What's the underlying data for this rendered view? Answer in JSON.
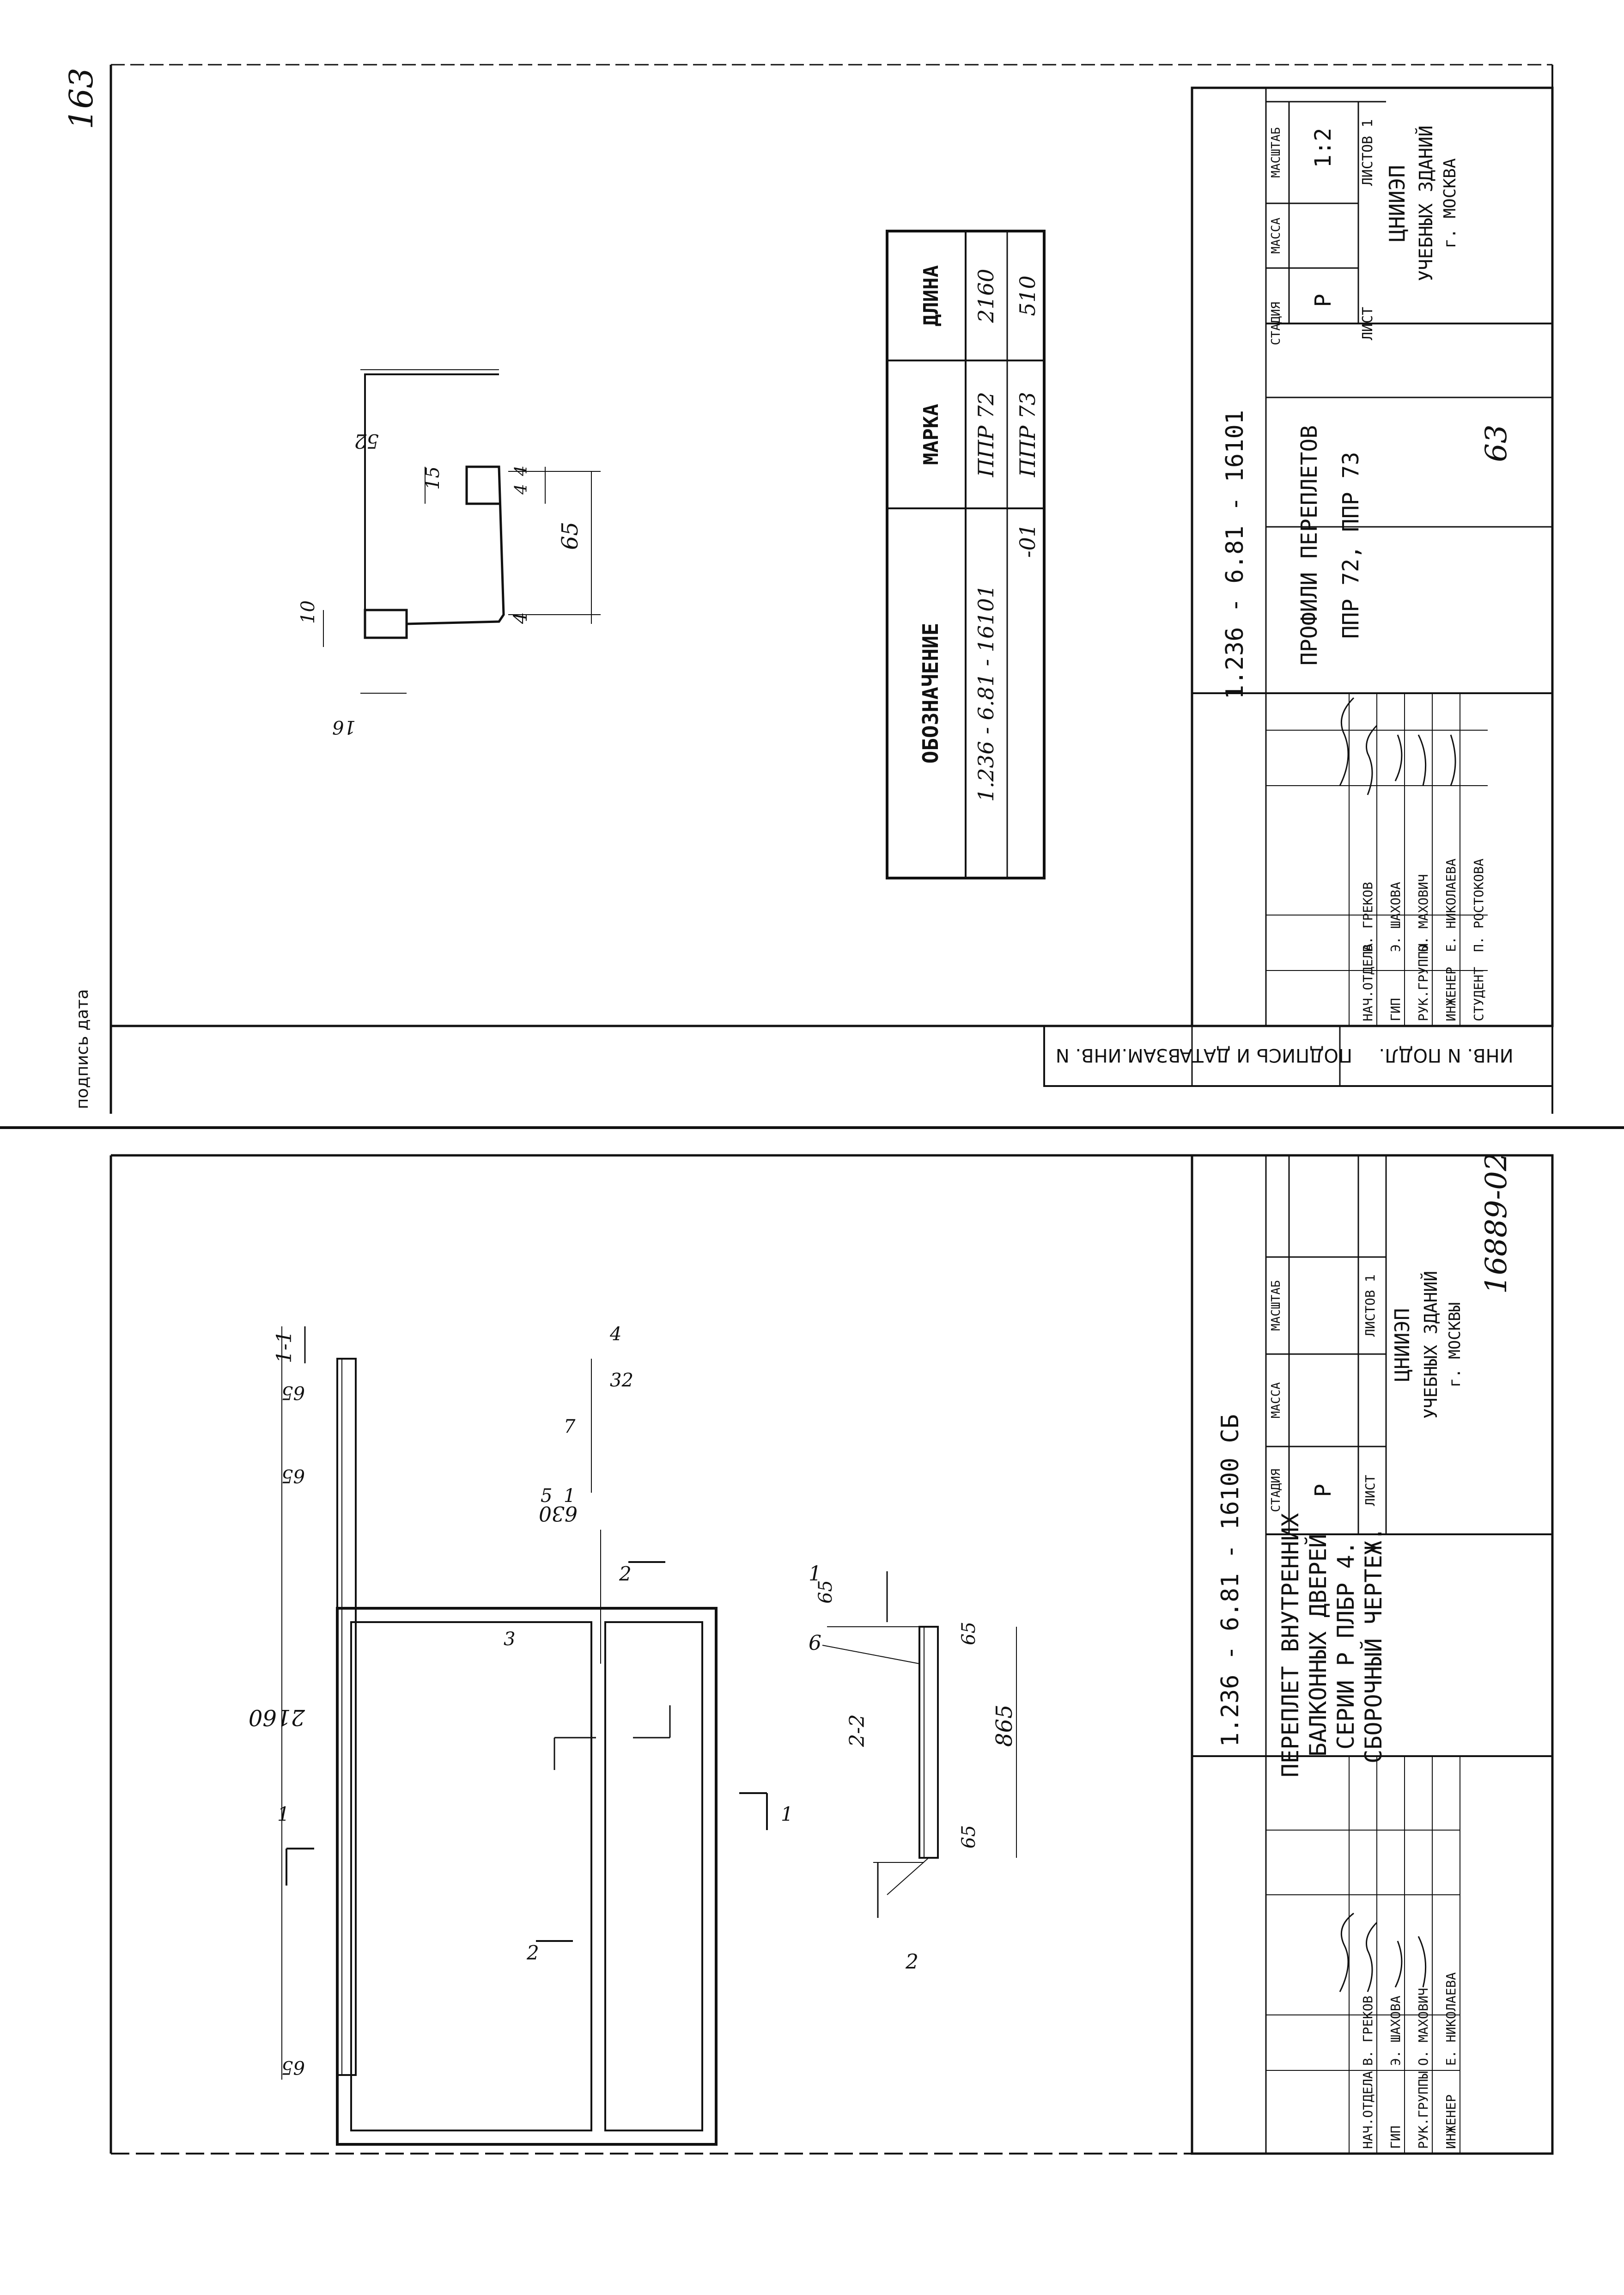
{
  "page_corner_number": "163",
  "archive_number": "16889-02",
  "archive_page": "63",
  "side_strip": {
    "labels": [
      "ВЗАМ.ИНВ. N",
      "ПОДПИСЬ И ДАТА",
      "ИНВ. N ПОДЛ."
    ],
    "left_fragment": "подпись дата"
  },
  "sheet_top": {
    "drawing_code": "1.236 - 6.81 - 16101",
    "title_line1": "ПРОФИЛИ ПЕРЕПЛЕТОВ",
    "title_line2": "ППР 72, ППР 73",
    "head_stage": "СТАДИЯ",
    "head_mass": "МАССА",
    "head_scale": "МАСШТАБ",
    "stage": "Р",
    "scale": "1:2",
    "sheet_label": "ЛИСТ",
    "sheets_label": "ЛИСТОВ 1",
    "org_line1": "ЦНИИЭП",
    "org_line2": "УЧЕБНЫХ ЗДАНИЙ",
    "org_line3": "г. МОСКВА",
    "staff": [
      {
        "role": "НАЧ.ОТДЕЛА",
        "name": "В. ГРЕКОВ"
      },
      {
        "role": "ГИП",
        "name": "Э. ШАХОВА"
      },
      {
        "role": "РУК.ГРУППЫ",
        "name": "О. МАХОВИЧ"
      },
      {
        "role": "ИНЖЕНЕР",
        "name": "Е. НИКОЛАЕВА"
      },
      {
        "role": "СТУДЕНТ",
        "name": "П. РОСТОКОВА"
      }
    ],
    "spec_table": {
      "headers": [
        "ОБОЗНАЧЕНИЕ",
        "МАРКА",
        "ДЛИНА"
      ],
      "rows": [
        [
          "1.236 - 6.81 - 16101",
          "ППР 72",
          "2160"
        ],
        [
          "-01",
          "ППР 73",
          "510"
        ]
      ]
    },
    "profile_dims": [
      "10",
      "16",
      "4",
      "65",
      "4",
      "4",
      "15",
      "52"
    ]
  },
  "sheet_bottom": {
    "drawing_code": "1.236 - 6.81 - 16100 СБ",
    "title_line1": "ПЕРЕПЛЕТ ВНУТРЕННИХ",
    "title_line2": "БАЛКОННЫХ ДВЕРЕЙ",
    "title_line3": "СЕРИИ Р ПЛБР 4.",
    "title_line4": "СБОРОЧНЫЙ ЧЕРТЕЖ.",
    "head_stage": "СТАДИЯ",
    "head_mass": "МАССА",
    "head_scale": "МАСШТАБ",
    "stage": "Р",
    "sheet_label": "ЛИСТ",
    "sheets_label": "ЛИСТОВ 1",
    "org_line1": "ЦНИИЭП",
    "org_line2": "УЧЕБНЫХ ЗДАНИЙ",
    "org_line3": "г. МОСКВЫ",
    "staff": [
      {
        "role": "НАЧ.ОТДЕЛА",
        "name": "В. ГРЕКОВ"
      },
      {
        "role": "ГИП",
        "name": "Э. ШАХОВА"
      },
      {
        "role": "РУК.ГРУППЫ",
        "name": "О. МАХОВИЧ"
      },
      {
        "role": "ИНЖЕНЕР",
        "name": "Е. НИКОЛАЕВА"
      }
    ],
    "section_11": {
      "label": "1-1",
      "dim_total": "2160",
      "dim_a": "65",
      "dim_b": "65",
      "dim_c": "65",
      "dim_span": "630",
      "dim_end": "32",
      "dim_t": "4",
      "callouts": [
        "3",
        "5",
        "1",
        "7"
      ]
    },
    "section_22": {
      "label": "2-2",
      "dim_total": "865",
      "dim_a": "65",
      "dim_b": "65",
      "dim_c": "65",
      "callouts": [
        "6",
        "1",
        "2"
      ]
    },
    "view_marks": [
      "1",
      "1",
      "2",
      "2"
    ]
  }
}
